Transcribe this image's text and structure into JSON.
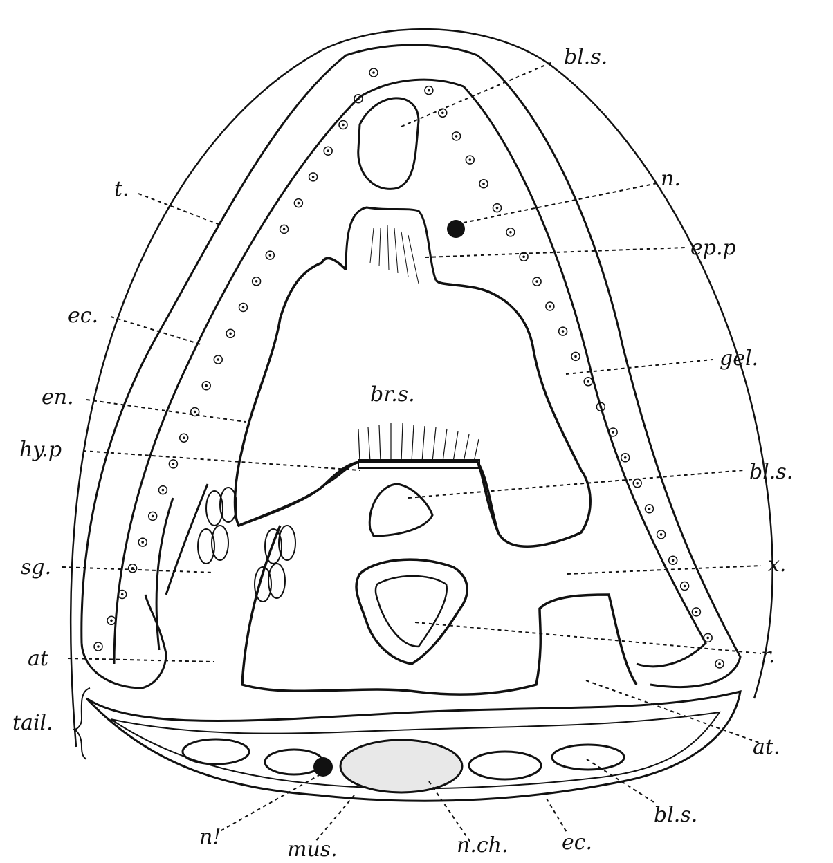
{
  "labels": {
    "bls_top": "bl.s.",
    "t": "t.",
    "n": "n.",
    "epp": "ep.p",
    "ec_left": "ec.",
    "gel": "gel.",
    "en": "en.",
    "brs": "br.s.",
    "hyp": "hy.p",
    "bls_mid": "bl.s.",
    "sg": "sg.",
    "x": "x.",
    "r": "r.",
    "at_left": "at",
    "at_right": "at.",
    "tail": "tail.",
    "n_prime": "n!",
    "mus": "mus.",
    "nch": "n.ch.",
    "ec_bottom": "ec.",
    "bls_tail": "bl.s."
  },
  "colors": {
    "ink": "#111111",
    "paper": "#ffffff"
  }
}
